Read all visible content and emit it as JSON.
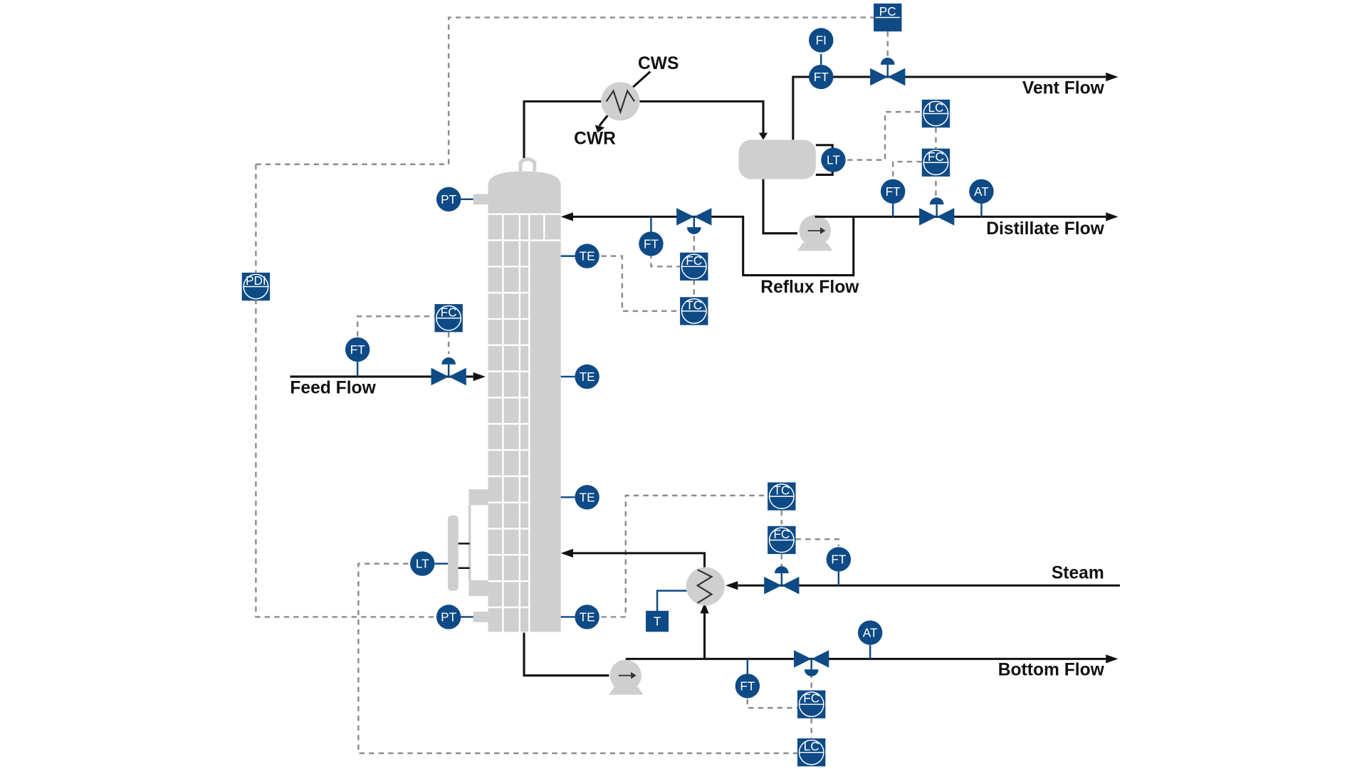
{
  "streams": {
    "vent": "Vent Flow",
    "distillate": "Distillate Flow",
    "reflux": "Reflux Flow",
    "feed": "Feed Flow",
    "steam": "Steam",
    "bottom": "Bottom Flow",
    "cws": "CWS",
    "cwr": "CWR"
  },
  "instruments": [
    {
      "id": "pc-top",
      "tag": "PC",
      "kind": "controller"
    },
    {
      "id": "fi-vent",
      "tag": "FI",
      "kind": "indicator"
    },
    {
      "id": "ft-vent",
      "tag": "FT",
      "kind": "indicator"
    },
    {
      "id": "lc-drum",
      "tag": "LC",
      "kind": "controller"
    },
    {
      "id": "fc-distillate",
      "tag": "FC",
      "kind": "controller"
    },
    {
      "id": "lt-drum",
      "tag": "LT",
      "kind": "indicator"
    },
    {
      "id": "ft-distillate",
      "tag": "FT",
      "kind": "indicator"
    },
    {
      "id": "at-distillate",
      "tag": "AT",
      "kind": "indicator"
    },
    {
      "id": "pt-top",
      "tag": "PT",
      "kind": "indicator"
    },
    {
      "id": "ft-reflux",
      "tag": "FT",
      "kind": "indicator"
    },
    {
      "id": "fc-reflux",
      "tag": "FC",
      "kind": "controller"
    },
    {
      "id": "te-1",
      "tag": "TE",
      "kind": "indicator"
    },
    {
      "id": "tc-top",
      "tag": "TC",
      "kind": "controller"
    },
    {
      "id": "pdi",
      "tag": "PDI",
      "kind": "controller"
    },
    {
      "id": "fc-feed",
      "tag": "FC",
      "kind": "controller"
    },
    {
      "id": "ft-feed",
      "tag": "FT",
      "kind": "indicator"
    },
    {
      "id": "te-2",
      "tag": "TE",
      "kind": "indicator"
    },
    {
      "id": "te-3",
      "tag": "TE",
      "kind": "indicator"
    },
    {
      "id": "tc-bottom",
      "tag": "TC",
      "kind": "controller"
    },
    {
      "id": "fc-steam",
      "tag": "FC",
      "kind": "controller"
    },
    {
      "id": "ft-steam",
      "tag": "FT",
      "kind": "indicator"
    },
    {
      "id": "lt-bottom",
      "tag": "LT",
      "kind": "indicator"
    },
    {
      "id": "pt-bottom",
      "tag": "PT",
      "kind": "indicator"
    },
    {
      "id": "te-4",
      "tag": "TE",
      "kind": "indicator"
    },
    {
      "id": "trap",
      "tag": "T",
      "kind": "trap"
    },
    {
      "id": "at-bottom",
      "tag": "AT",
      "kind": "indicator"
    },
    {
      "id": "ft-bottom",
      "tag": "FT",
      "kind": "indicator"
    },
    {
      "id": "fc-bottom",
      "tag": "FC",
      "kind": "controller"
    },
    {
      "id": "lc-bottom",
      "tag": "LC",
      "kind": "controller"
    }
  ],
  "colors": {
    "instrument": "#0e4a86",
    "equipment": "#cfcfcf",
    "process_line": "#111111",
    "signal_line": "#8c8c8c"
  }
}
